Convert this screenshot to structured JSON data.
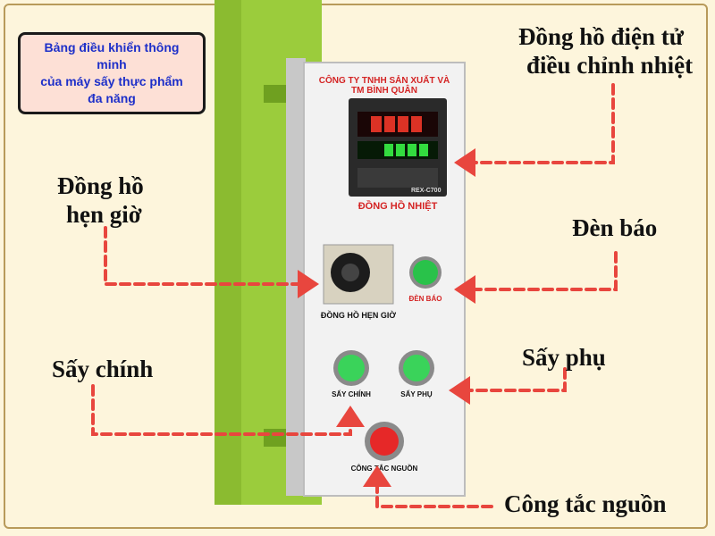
{
  "title_box": {
    "line1": "Bảng điều khiển thông minh",
    "line2": "của máy sấy thực phẩm",
    "line3": "đa năng"
  },
  "panel": {
    "company": "CÔNG TY TNHH SẢN XUẤT VÀ TM BÌNH QUÂN",
    "controller_model": "REX-C700",
    "controller_caption": "ĐỒNG HỒ NHIỆT",
    "timer_caption": "ĐỒNG HỒ HẸN GIỜ",
    "indicator_caption": "ĐÈN BÁO",
    "main_dry_caption": "SẤY CHÍNH",
    "aux_dry_caption": "SẤY PHỤ",
    "power_caption": "CÔNG TẮC NGUỒN"
  },
  "callouts": {
    "controller_line1": "Đồng hồ điện tử",
    "controller_line2": "điều chỉnh nhiệt",
    "timer_line1": "Đồng hồ",
    "timer_line2": "hẹn giờ",
    "indicator": "Đèn báo",
    "main_dry": "Sấy chính",
    "aux_dry": "Sấy phụ",
    "power": "Công tắc nguồn"
  },
  "colors": {
    "arrow": "#e8463e",
    "machine_green": "#9bcc3c",
    "title_text": "#1d2fc9",
    "panel_text": "#d42424"
  }
}
